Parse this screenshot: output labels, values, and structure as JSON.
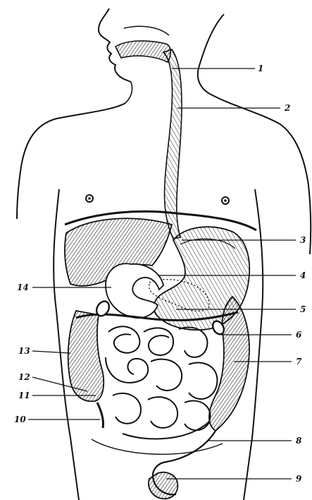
{
  "labels": {
    "l1": "1",
    "l2": "2",
    "l3": "3",
    "l4": "4",
    "l5": "5",
    "l6": "6",
    "l7": "7",
    "l8": "8",
    "l9": "9",
    "l10": "10",
    "l11": "11",
    "l12": "12",
    "l13": "13",
    "l14": "14"
  },
  "colors": {
    "ink": "#111111",
    "paper": "#ffffff"
  }
}
